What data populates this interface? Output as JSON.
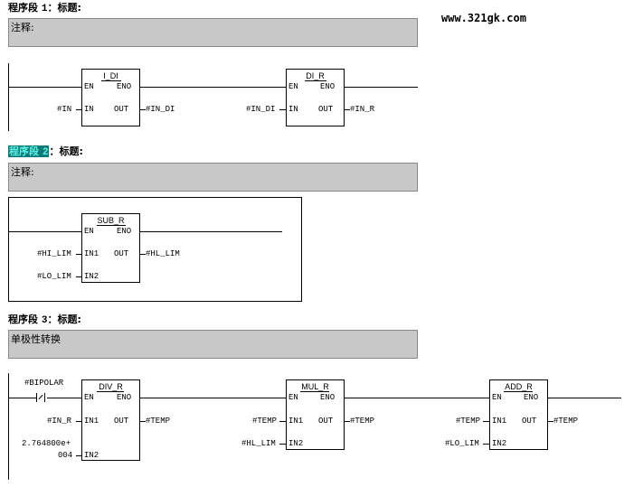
{
  "watermark": "www.321gk.com",
  "networks": [
    {
      "prefix": "程序段",
      "num": "1",
      "suffix": "：标题:",
      "comment": "注释:",
      "inputs": {
        "in": "#IN",
        "in_di": "#IN_DI"
      },
      "outputs": {
        "in_di": "#IN_DI",
        "in_r": "#IN_R"
      },
      "blocks": [
        {
          "name": "I_DI",
          "en": "EN",
          "eno": "ENO",
          "in": "IN",
          "out": "OUT"
        },
        {
          "name": "DI_R",
          "en": "EN",
          "eno": "ENO",
          "in": "IN",
          "out": "OUT"
        }
      ]
    },
    {
      "prefix": "程序段",
      "num": "2",
      "suffix": "：标题:",
      "comment": "注释:",
      "inputs": {
        "in1": "#HI_LIM",
        "in2": "#LO_LIM"
      },
      "outputs": {
        "out": "#HL_LIM"
      },
      "blocks": [
        {
          "name": "SUB_R",
          "en": "EN",
          "eno": "ENO",
          "in1": "IN1",
          "in2": "IN2",
          "out": "OUT"
        }
      ]
    },
    {
      "prefix": "程序段",
      "num": "3",
      "suffix": "：标题:",
      "comment": "单极性转换",
      "contact": "#BIPOLAR",
      "div_in1": "#IN_R",
      "div_in2_line1": "2.764800e+",
      "div_in2_line2": "004",
      "div_out": "#TEMP",
      "mul_in1": "#TEMP",
      "mul_in2": "#HL_LIM",
      "mul_out": "#TEMP",
      "add_in1": "#TEMP",
      "add_in2": "#LO_LIM",
      "add_out": "#TEMP",
      "blocks": [
        {
          "name": "DIV_R",
          "en": "EN",
          "eno": "ENO",
          "in1": "IN1",
          "in2": "IN2",
          "out": "OUT"
        },
        {
          "name": "MUL_R",
          "en": "EN",
          "eno": "ENO",
          "in1": "IN1",
          "in2": "IN2",
          "out": "OUT"
        },
        {
          "name": "ADD_R",
          "en": "EN",
          "eno": "ENO",
          "in1": "IN1",
          "in2": "IN2",
          "out": "OUT"
        }
      ]
    }
  ]
}
